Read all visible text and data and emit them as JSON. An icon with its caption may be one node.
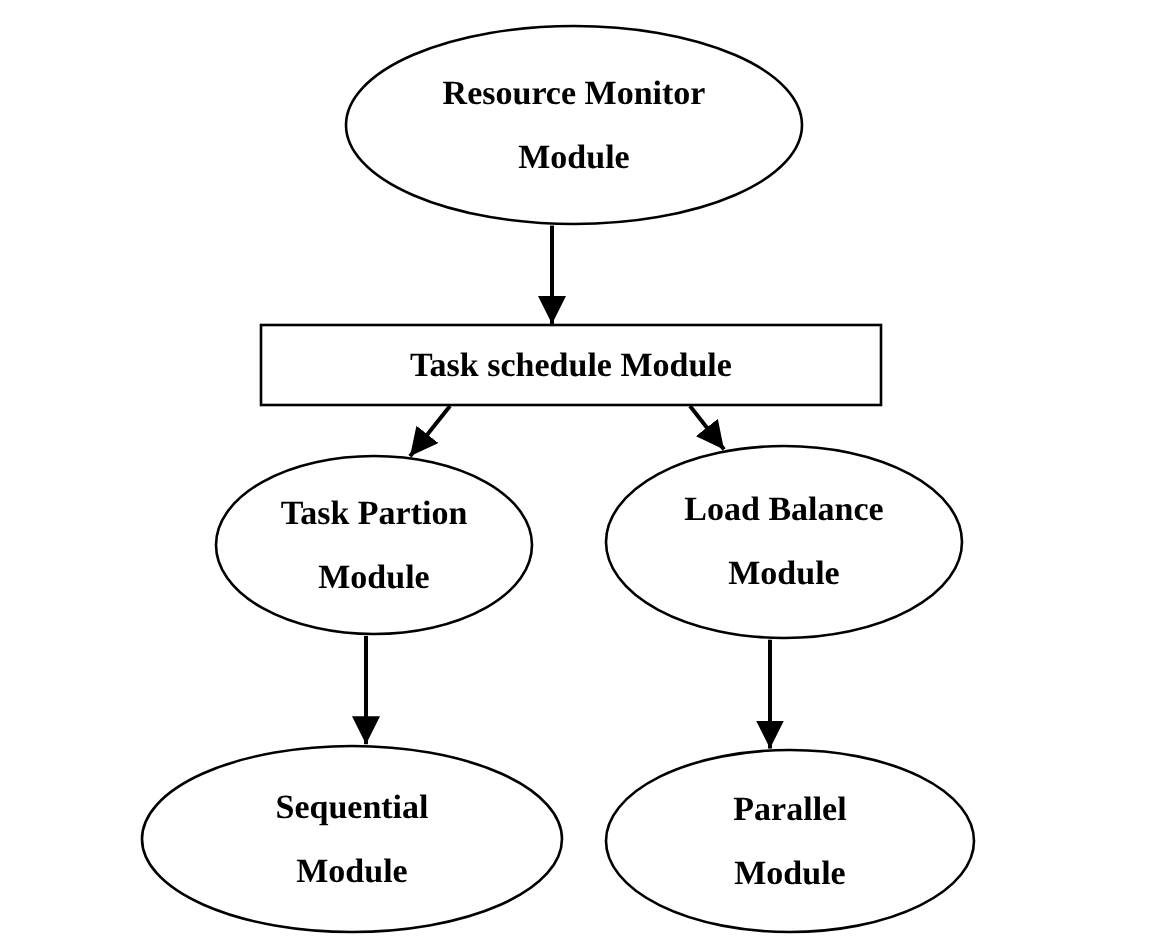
{
  "diagram": {
    "nodes": [
      {
        "text": [
          "Resource Monitor Module"
        ]
      },
      {
        "text": [
          "Task schedule Module"
        ]
      },
      {
        "text": [
          "Task Partion Module"
        ]
      },
      {
        "text": [
          "Load Balance Module"
        ]
      },
      {
        "text": [
          "Sequential Module"
        ]
      },
      {
        "text": [
          "Parallel Module"
        ]
      }
    ],
    "edges": [
      {
        "from": 0,
        "to": 1,
        "arrow": "to"
      },
      {
        "from": 1,
        "to": 2,
        "arrow": "to"
      },
      {
        "from": 1,
        "to": 3,
        "arrow": "to"
      },
      {
        "from": 2,
        "to": 4,
        "arrow": "to"
      },
      {
        "from": 3,
        "to": 5,
        "arrow": "to"
      }
    ]
  }
}
